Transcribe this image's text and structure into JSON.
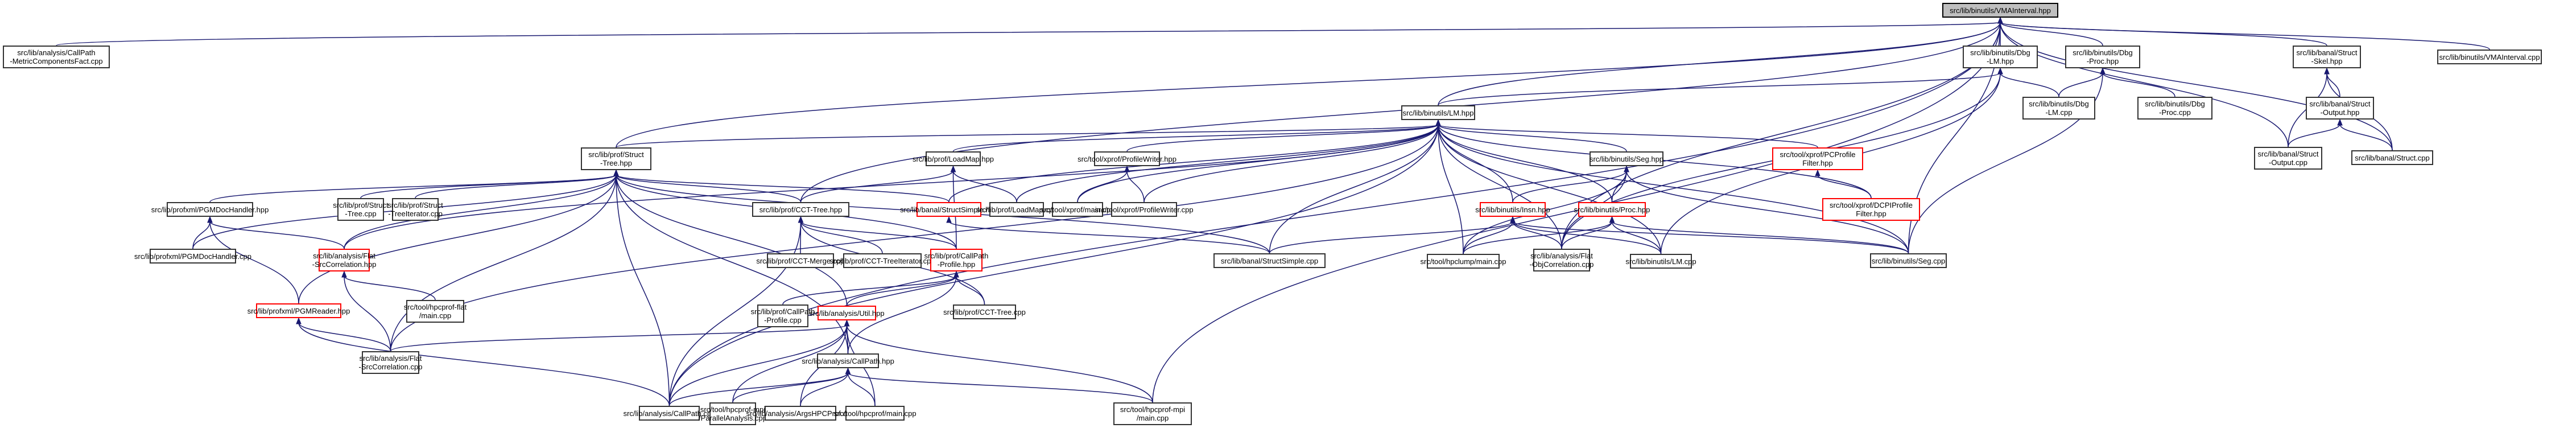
{
  "title": "src/lib/binutils/VMAInterval.hpp include dependency graph",
  "colors": {
    "edge": "#191970",
    "border_default": "#333333",
    "border_incomplete": "#ff0000",
    "root_fill": "#bfbfbf"
  },
  "nodes": [
    {
      "id": "vmaint_hpp",
      "label": "src/lib/binutils/VMAInterval.hpp",
      "style": "root"
    },
    {
      "id": "cpmcf_cpp",
      "label": "src/lib/analysis/CallPath\n-MetricComponentsFact.cpp",
      "style": "normal"
    },
    {
      "id": "dbglm_hpp",
      "label": "src/lib/binutils/Dbg\n-LM.hpp",
      "style": "normal"
    },
    {
      "id": "dbgproc_hpp",
      "label": "src/lib/binutils/Dbg\n-Proc.hpp",
      "style": "normal"
    },
    {
      "id": "skel_hpp",
      "label": "src/lib/banal/Struct\n-Skel.hpp",
      "style": "normal"
    },
    {
      "id": "vmaint_cpp",
      "label": "src/lib/binutils/VMAInterval.cpp",
      "style": "normal"
    },
    {
      "id": "lm_hpp",
      "label": "src/lib/binutils/LM.hpp",
      "style": "normal"
    },
    {
      "id": "dbglm_cpp",
      "label": "src/lib/binutils/Dbg\n-LM.cpp",
      "style": "normal"
    },
    {
      "id": "dbgproc_cpp",
      "label": "src/lib/binutils/Dbg\n-Proc.cpp",
      "style": "normal"
    },
    {
      "id": "output_hpp",
      "label": "src/lib/banal/Struct\n-Output.hpp",
      "style": "normal"
    },
    {
      "id": "output_cpp",
      "label": "src/lib/banal/Struct\n-Output.cpp",
      "style": "normal"
    },
    {
      "id": "struct_cpp",
      "label": "src/lib/banal/Struct.cpp",
      "style": "normal"
    },
    {
      "id": "structtree_hpp",
      "label": "src/lib/prof/Struct\n-Tree.hpp",
      "style": "normal"
    },
    {
      "id": "loadmap_hpp",
      "label": "src/lib/prof/LoadMap.hpp",
      "style": "normal"
    },
    {
      "id": "profwriter_hpp",
      "label": "src/tool/xprof/ProfileWriter.hpp",
      "style": "normal"
    },
    {
      "id": "seg_hpp",
      "label": "src/lib/binutils/Seg.hpp",
      "style": "normal"
    },
    {
      "id": "pcfilter_hpp",
      "label": "src/tool/xprof/PCProfile\nFilter.hpp",
      "style": "incomplete"
    },
    {
      "id": "pgmdoc_hpp",
      "label": "src/lib/profxml/PGMDocHandler.hpp",
      "style": "normal"
    },
    {
      "id": "structtree_cpp",
      "label": "src/lib/prof/Struct\n-Tree.cpp",
      "style": "normal"
    },
    {
      "id": "structiter_cpp",
      "label": "src/lib/prof/Struct\n-TreeIterator.cpp",
      "style": "normal"
    },
    {
      "id": "ccttree_hpp",
      "label": "src/lib/prof/CCT-Tree.hpp",
      "style": "normal"
    },
    {
      "id": "structsimple_hpp",
      "label": "src/lib/banal/StructSimple.hpp",
      "style": "incomplete"
    },
    {
      "id": "loadmap_cpp",
      "label": "src/lib/prof/LoadMap.cpp",
      "style": "normal"
    },
    {
      "id": "xprofmain_cpp",
      "label": "src/tool/xprof/main.cpp",
      "style": "normal"
    },
    {
      "id": "profwriter_cpp",
      "label": "src/tool/xprof/ProfileWriter.cpp",
      "style": "normal"
    },
    {
      "id": "dcpifilter_hpp",
      "label": "src/tool/xprof/DCPIProfile\nFilter.hpp",
      "style": "incomplete"
    },
    {
      "id": "insn_hpp",
      "label": "src/lib/binutils/Insn.hpp",
      "style": "incomplete"
    },
    {
      "id": "proc_hpp",
      "label": "src/lib/binutils/Proc.hpp",
      "style": "incomplete"
    },
    {
      "id": "pgmdoc_cpp",
      "label": "src/lib/profxml/PGMDocHandler.cpp",
      "style": "normal"
    },
    {
      "id": "flatsrc_hpp",
      "label": "src/lib/analysis/Flat\n-SrcCorrelation.hpp",
      "style": "incomplete"
    },
    {
      "id": "cctmerge_cpp",
      "label": "src/lib/prof/CCT-Merge.cpp",
      "style": "normal"
    },
    {
      "id": "cctiter_cpp",
      "label": "src/lib/prof/CCT-TreeIterator.cpp",
      "style": "normal"
    },
    {
      "id": "cpprofile_hpp",
      "label": "src/lib/prof/CallPath\n-Profile.hpp",
      "style": "incomplete"
    },
    {
      "id": "structsimple_cpp",
      "label": "src/lib/banal/StructSimple.cpp",
      "style": "normal"
    },
    {
      "id": "hpclump_cpp",
      "label": "src/tool/hpclump/main.cpp",
      "style": "normal"
    },
    {
      "id": "flatobj_cpp",
      "label": "src/lib/analysis/Flat\n-ObjCorrelation.cpp",
      "style": "normal"
    },
    {
      "id": "lm_cpp",
      "label": "src/lib/binutils/LM.cpp",
      "style": "normal"
    },
    {
      "id": "seg_cpp",
      "label": "src/lib/binutils/Seg.cpp",
      "style": "normal"
    },
    {
      "id": "hpcflat_cpp",
      "label": "src/tool/hpcprof-flat\n/main.cpp",
      "style": "normal"
    },
    {
      "id": "pgmreader_hpp",
      "label": "src/lib/profxml/PGMReader.hpp",
      "style": "incomplete"
    },
    {
      "id": "cpprofile_cpp",
      "label": "src/lib/prof/CallPath\n-Profile.cpp",
      "style": "normal"
    },
    {
      "id": "util_hpp",
      "label": "src/lib/analysis/Util.hpp",
      "style": "incomplete"
    },
    {
      "id": "ccttree_cpp",
      "label": "src/lib/prof/CCT-Tree.cpp",
      "style": "normal"
    },
    {
      "id": "flatsrc_cpp",
      "label": "src/lib/analysis/Flat\n-SrcCorrelation.cpp",
      "style": "normal"
    },
    {
      "id": "callpath_hpp",
      "label": "src/lib/analysis/CallPath.hpp",
      "style": "normal"
    },
    {
      "id": "callpath_cpp",
      "label": "src/lib/analysis/CallPath.cpp",
      "style": "normal"
    },
    {
      "id": "parallel_cpp",
      "label": "src/tool/hpcprof-mpi\n/ParallelAnalysis.cpp",
      "style": "normal"
    },
    {
      "id": "argshpc_cpp",
      "label": "src/lib/analysis/ArgsHPCProf.cpp",
      "style": "normal"
    },
    {
      "id": "hpcprofmain_cpp",
      "label": "src/tool/hpcprof/main.cpp",
      "style": "normal"
    },
    {
      "id": "mpimain_cpp",
      "label": "src/tool/hpcprof-mpi\n/main.cpp",
      "style": "normal"
    }
  ],
  "edges": [
    [
      "cpmcf_cpp",
      "vmaint_hpp"
    ],
    [
      "dbglm_hpp",
      "vmaint_hpp"
    ],
    [
      "dbgproc_hpp",
      "vmaint_hpp"
    ],
    [
      "skel_hpp",
      "vmaint_hpp"
    ],
    [
      "vmaint_cpp",
      "vmaint_hpp"
    ],
    [
      "lm_hpp",
      "vmaint_hpp"
    ],
    [
      "structtree_hpp",
      "vmaint_hpp"
    ],
    [
      "output_cpp",
      "vmaint_hpp"
    ],
    [
      "struct_cpp",
      "vmaint_hpp"
    ],
    [
      "seg_cpp",
      "vmaint_hpp"
    ],
    [
      "callpath_cpp",
      "vmaint_hpp"
    ],
    [
      "mpimain_cpp",
      "vmaint_hpp"
    ],
    [
      "flatobj_cpp",
      "vmaint_hpp"
    ],
    [
      "ccttree_hpp",
      "vmaint_hpp"
    ],
    [
      "dbglm_cpp",
      "dbglm_hpp"
    ],
    [
      "lm_hpp",
      "dbglm_hpp"
    ],
    [
      "lm_cpp",
      "dbglm_hpp"
    ],
    [
      "flatobj_cpp",
      "dbglm_hpp"
    ],
    [
      "dbglm_cpp",
      "dbgproc_hpp"
    ],
    [
      "dbgproc_cpp",
      "dbgproc_hpp"
    ],
    [
      "seg_cpp",
      "dbgproc_hpp"
    ],
    [
      "output_hpp",
      "skel_hpp"
    ],
    [
      "output_cpp",
      "skel_hpp"
    ],
    [
      "struct_cpp",
      "skel_hpp"
    ],
    [
      "output_cpp",
      "output_hpp"
    ],
    [
      "struct_cpp",
      "output_hpp"
    ],
    [
      "structtree_hpp",
      "lm_hpp"
    ],
    [
      "loadmap_hpp",
      "lm_hpp"
    ],
    [
      "profwriter_hpp",
      "lm_hpp"
    ],
    [
      "seg_hpp",
      "lm_hpp"
    ],
    [
      "pcfilter_hpp",
      "lm_hpp"
    ],
    [
      "insn_hpp",
      "lm_hpp"
    ],
    [
      "proc_hpp",
      "lm_hpp"
    ],
    [
      "structsimple_hpp",
      "lm_hpp"
    ],
    [
      "loadmap_cpp",
      "lm_hpp"
    ],
    [
      "xprofmain_cpp",
      "lm_hpp"
    ],
    [
      "profwriter_cpp",
      "lm_hpp"
    ],
    [
      "hpclump_cpp",
      "lm_hpp"
    ],
    [
      "flatobj_cpp",
      "lm_hpp"
    ],
    [
      "lm_cpp",
      "lm_hpp"
    ],
    [
      "seg_cpp",
      "lm_hpp"
    ],
    [
      "dcpifilter_hpp",
      "lm_hpp"
    ],
    [
      "structsimple_cpp",
      "lm_hpp"
    ],
    [
      "flatsrc_cpp",
      "lm_hpp"
    ],
    [
      "callpath_cpp",
      "lm_hpp"
    ],
    [
      "flatsrc_hpp",
      "lm_hpp"
    ],
    [
      "pgmdoc_hpp",
      "structtree_hpp"
    ],
    [
      "structtree_cpp",
      "structtree_hpp"
    ],
    [
      "structiter_cpp",
      "structtree_hpp"
    ],
    [
      "ccttree_hpp",
      "structtree_hpp"
    ],
    [
      "structsimple_hpp",
      "structtree_hpp"
    ],
    [
      "flatsrc_hpp",
      "structtree_hpp"
    ],
    [
      "pgmreader_hpp",
      "structtree_hpp"
    ],
    [
      "pgmdoc_cpp",
      "structtree_hpp"
    ],
    [
      "cpprofile_hpp",
      "structtree_hpp"
    ],
    [
      "util_hpp",
      "structtree_hpp"
    ],
    [
      "callpath_hpp",
      "structtree_hpp"
    ],
    [
      "structsimple_cpp",
      "structtree_hpp"
    ],
    [
      "flatsrc_cpp",
      "structtree_hpp"
    ],
    [
      "callpath_cpp",
      "structtree_hpp"
    ],
    [
      "ccttree_hpp",
      "loadmap_hpp"
    ],
    [
      "loadmap_cpp",
      "loadmap_hpp"
    ],
    [
      "cpprofile_hpp",
      "loadmap_hpp"
    ],
    [
      "xprofmain_cpp",
      "profwriter_hpp"
    ],
    [
      "profwriter_cpp",
      "profwriter_hpp"
    ],
    [
      "insn_hpp",
      "seg_hpp"
    ],
    [
      "proc_hpp",
      "seg_hpp"
    ],
    [
      "flatobj_cpp",
      "seg_hpp"
    ],
    [
      "seg_cpp",
      "seg_hpp"
    ],
    [
      "hpclump_cpp",
      "seg_hpp"
    ],
    [
      "dcpifilter_hpp",
      "pcfilter_hpp"
    ],
    [
      "pgmdoc_cpp",
      "pgmdoc_hpp"
    ],
    [
      "flatsrc_hpp",
      "pgmdoc_hpp"
    ],
    [
      "pgmreader_hpp",
      "pgmdoc_hpp"
    ],
    [
      "cctmerge_cpp",
      "ccttree_hpp"
    ],
    [
      "cctiter_cpp",
      "ccttree_hpp"
    ],
    [
      "cpprofile_hpp",
      "ccttree_hpp"
    ],
    [
      "ccttree_cpp",
      "ccttree_hpp"
    ],
    [
      "callpath_cpp",
      "ccttree_hpp"
    ],
    [
      "structsimple_cpp",
      "structsimple_hpp"
    ],
    [
      "hpclump_cpp",
      "insn_hpp"
    ],
    [
      "flatobj_cpp",
      "insn_hpp"
    ],
    [
      "lm_cpp",
      "insn_hpp"
    ],
    [
      "seg_cpp",
      "insn_hpp"
    ],
    [
      "structsimple_cpp",
      "insn_hpp"
    ],
    [
      "hpclump_cpp",
      "proc_hpp"
    ],
    [
      "flatobj_cpp",
      "proc_hpp"
    ],
    [
      "lm_cpp",
      "proc_hpp"
    ],
    [
      "seg_cpp",
      "proc_hpp"
    ],
    [
      "hpcflat_cpp",
      "flatsrc_hpp"
    ],
    [
      "flatsrc_cpp",
      "flatsrc_hpp"
    ],
    [
      "cpprofile_cpp",
      "cpprofile_hpp"
    ],
    [
      "util_hpp",
      "cpprofile_hpp"
    ],
    [
      "ccttree_cpp",
      "cpprofile_hpp"
    ],
    [
      "callpath_hpp",
      "cpprofile_hpp"
    ],
    [
      "flatsrc_cpp",
      "pgmreader_hpp"
    ],
    [
      "callpath_cpp",
      "pgmreader_hpp"
    ],
    [
      "flatsrc_cpp",
      "util_hpp"
    ],
    [
      "callpath_hpp",
      "util_hpp"
    ],
    [
      "callpath_cpp",
      "util_hpp"
    ],
    [
      "parallel_cpp",
      "util_hpp"
    ],
    [
      "argshpc_cpp",
      "util_hpp"
    ],
    [
      "hpcprofmain_cpp",
      "util_hpp"
    ],
    [
      "mpimain_cpp",
      "util_hpp"
    ],
    [
      "callpath_cpp",
      "callpath_hpp"
    ],
    [
      "parallel_cpp",
      "callpath_hpp"
    ],
    [
      "argshpc_cpp",
      "callpath_hpp"
    ],
    [
      "hpcprofmain_cpp",
      "callpath_hpp"
    ],
    [
      "mpimain_cpp",
      "callpath_hpp"
    ]
  ]
}
